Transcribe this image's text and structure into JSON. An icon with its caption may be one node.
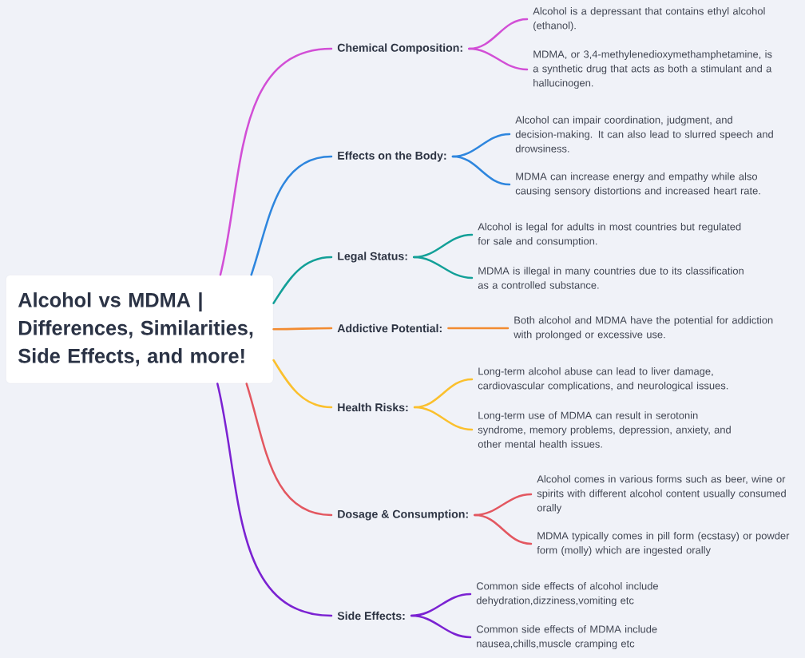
{
  "diagram": {
    "nodes": [
      {
        "text": [
          "Alcohol vs MDMA | Differences, Similarities, Side Effects, and more!"
        ]
      },
      {
        "text": [
          "Chemical Composition:"
        ]
      },
      {
        "text": [
          "Alcohol is a depressant that contains ethyl alcohol (ethanol)."
        ]
      },
      {
        "text": [
          "MDMA, or 3,4-methylenedioxymethamphetamine, is a synthetic drug that acts as both a stimulant and a hallucinogen."
        ]
      },
      {
        "text": [
          "Effects on the Body:"
        ]
      },
      {
        "text": [
          "Alcohol can impair coordination, judgment, and decision-making. It can also lead to slurred speech and drowsiness."
        ]
      },
      {
        "text": [
          "MDMA can increase energy and empathy while also causing sensory distortions and increased heart rate."
        ]
      },
      {
        "text": [
          "Legal Status:"
        ]
      },
      {
        "text": [
          "Alcohol is legal for adults in most countries but regulated for sale and consumption."
        ]
      },
      {
        "text": [
          "MDMA is illegal in many countries due to its classification as a controlled substance."
        ]
      },
      {
        "text": [
          "Addictive Potential:"
        ]
      },
      {
        "text": [
          "Both alcohol and MDMA have the potential for addiction with prolonged or excessive use."
        ]
      },
      {
        "text": [
          "Health Risks:"
        ]
      },
      {
        "text": [
          "Long-term alcohol abuse can lead to liver damage, cardiovascular complications, and neurological issues."
        ]
      },
      {
        "text": [
          "Long-term use of MDMA can result in serotonin syndrome, memory problems, depression, anxiety, and other mental health issues."
        ]
      },
      {
        "text": [
          "Dosage & Consumption:"
        ]
      },
      {
        "text": [
          "Alcohol comes in various forms such as beer, wine or spirits with different alcohol content usually consumed orally"
        ]
      },
      {
        "text": [
          "MDMA typically comes in pill form (ecstasy) or powder form (molly) which are ingested orally"
        ]
      },
      {
        "text": [
          "Side Effects:"
        ]
      },
      {
        "text": [
          "Common side effects of alcohol include dehydration,dizziness,vomiting etc"
        ]
      },
      {
        "text": [
          "Common side effects of MDMA include nausea,chills,muscle cramping etc"
        ]
      }
    ],
    "edges": [
      {
        "from": 0,
        "to": 1,
        "arrow": "none",
        "color": "#d24fd6"
      },
      {
        "from": 1,
        "to": 2,
        "arrow": "none",
        "color": "#d24fd6"
      },
      {
        "from": 1,
        "to": 3,
        "arrow": "none",
        "color": "#d24fd6"
      },
      {
        "from": 0,
        "to": 4,
        "arrow": "none",
        "color": "#2e86de"
      },
      {
        "from": 4,
        "to": 5,
        "arrow": "none",
        "color": "#2e86de"
      },
      {
        "from": 4,
        "to": 6,
        "arrow": "none",
        "color": "#2e86de"
      },
      {
        "from": 0,
        "to": 7,
        "arrow": "none",
        "color": "#13a098"
      },
      {
        "from": 7,
        "to": 8,
        "arrow": "none",
        "color": "#13a098"
      },
      {
        "from": 7,
        "to": 9,
        "arrow": "none",
        "color": "#13a098"
      },
      {
        "from": 0,
        "to": 10,
        "arrow": "none",
        "color": "#f28b30"
      },
      {
        "from": 10,
        "to": 11,
        "arrow": "none",
        "color": "#f28b30"
      },
      {
        "from": 0,
        "to": 12,
        "arrow": "none",
        "color": "#fbc02d"
      },
      {
        "from": 12,
        "to": 13,
        "arrow": "none",
        "color": "#fbc02d"
      },
      {
        "from": 12,
        "to": 14,
        "arrow": "none",
        "color": "#fbc02d"
      },
      {
        "from": 0,
        "to": 15,
        "arrow": "none",
        "color": "#e35760"
      },
      {
        "from": 15,
        "to": 16,
        "arrow": "none",
        "color": "#e35760"
      },
      {
        "from": 15,
        "to": 17,
        "arrow": "none",
        "color": "#e35760"
      },
      {
        "from": 0,
        "to": 18,
        "arrow": "none",
        "color": "#7b22d2"
      },
      {
        "from": 18,
        "to": 19,
        "arrow": "none",
        "color": "#7b22d2"
      },
      {
        "from": 18,
        "to": 20,
        "arrow": "none",
        "color": "#7b22d2"
      }
    ]
  }
}
